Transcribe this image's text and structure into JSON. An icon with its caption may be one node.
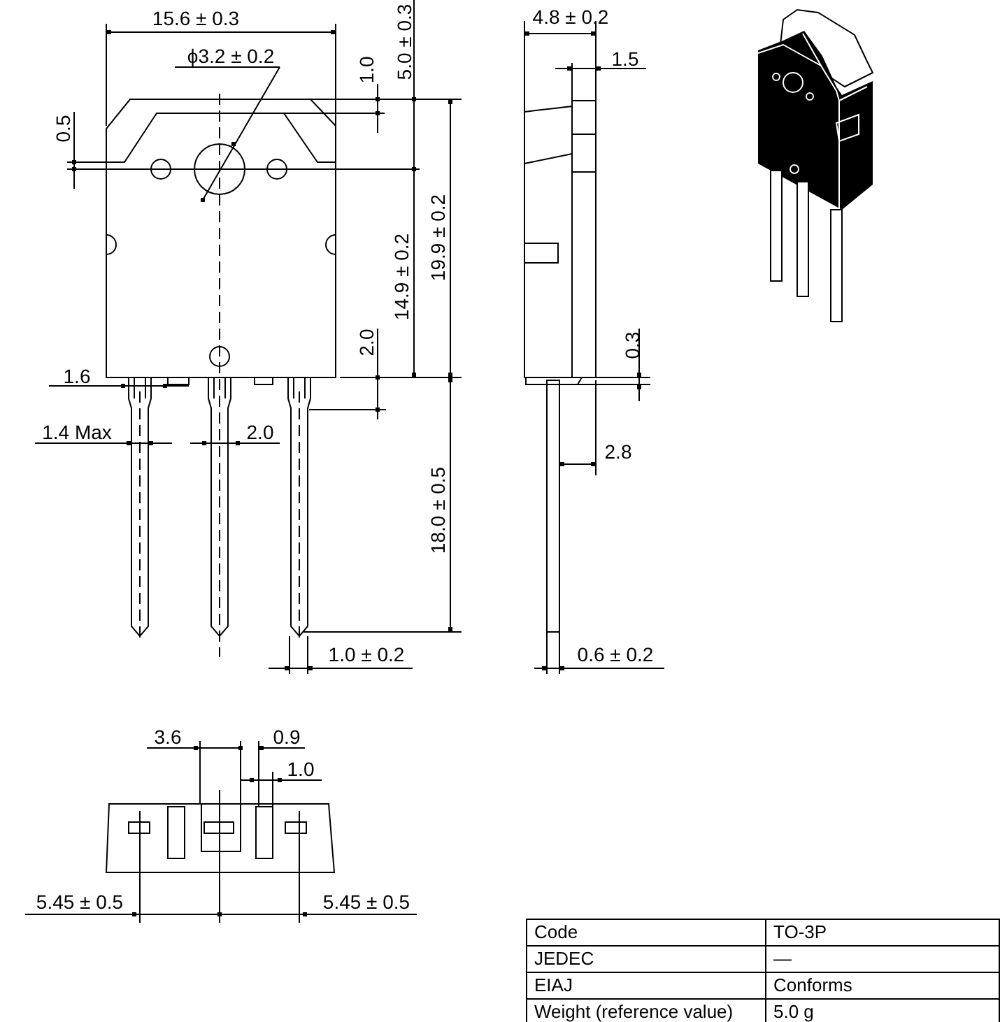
{
  "diagram": {
    "labels": [
      "15.6 ± 0.3",
      "5.0 ± 0.3",
      "ϕ3.2 ± 0.2",
      "1.0",
      "0.5",
      "4.8 ± 0.2",
      "1.5",
      "14.9 ± 0.2",
      "19.9 ± 0.2",
      "2.0",
      "0.3",
      "1.6",
      "1.4 Max",
      "2.0",
      "2.8",
      "18.0 ± 0.5",
      "1.0 ± 0.2",
      "0.6 ± 0.2",
      "3.6",
      "0.9",
      "1.0",
      "5.45 ± 0.5",
      "5.45 ± 0.5",
      "Code",
      "TO-3P",
      "JEDEC",
      "—",
      "EIAJ",
      "Conforms",
      "Weight (reference value)",
      "5.0 g"
    ]
  }
}
